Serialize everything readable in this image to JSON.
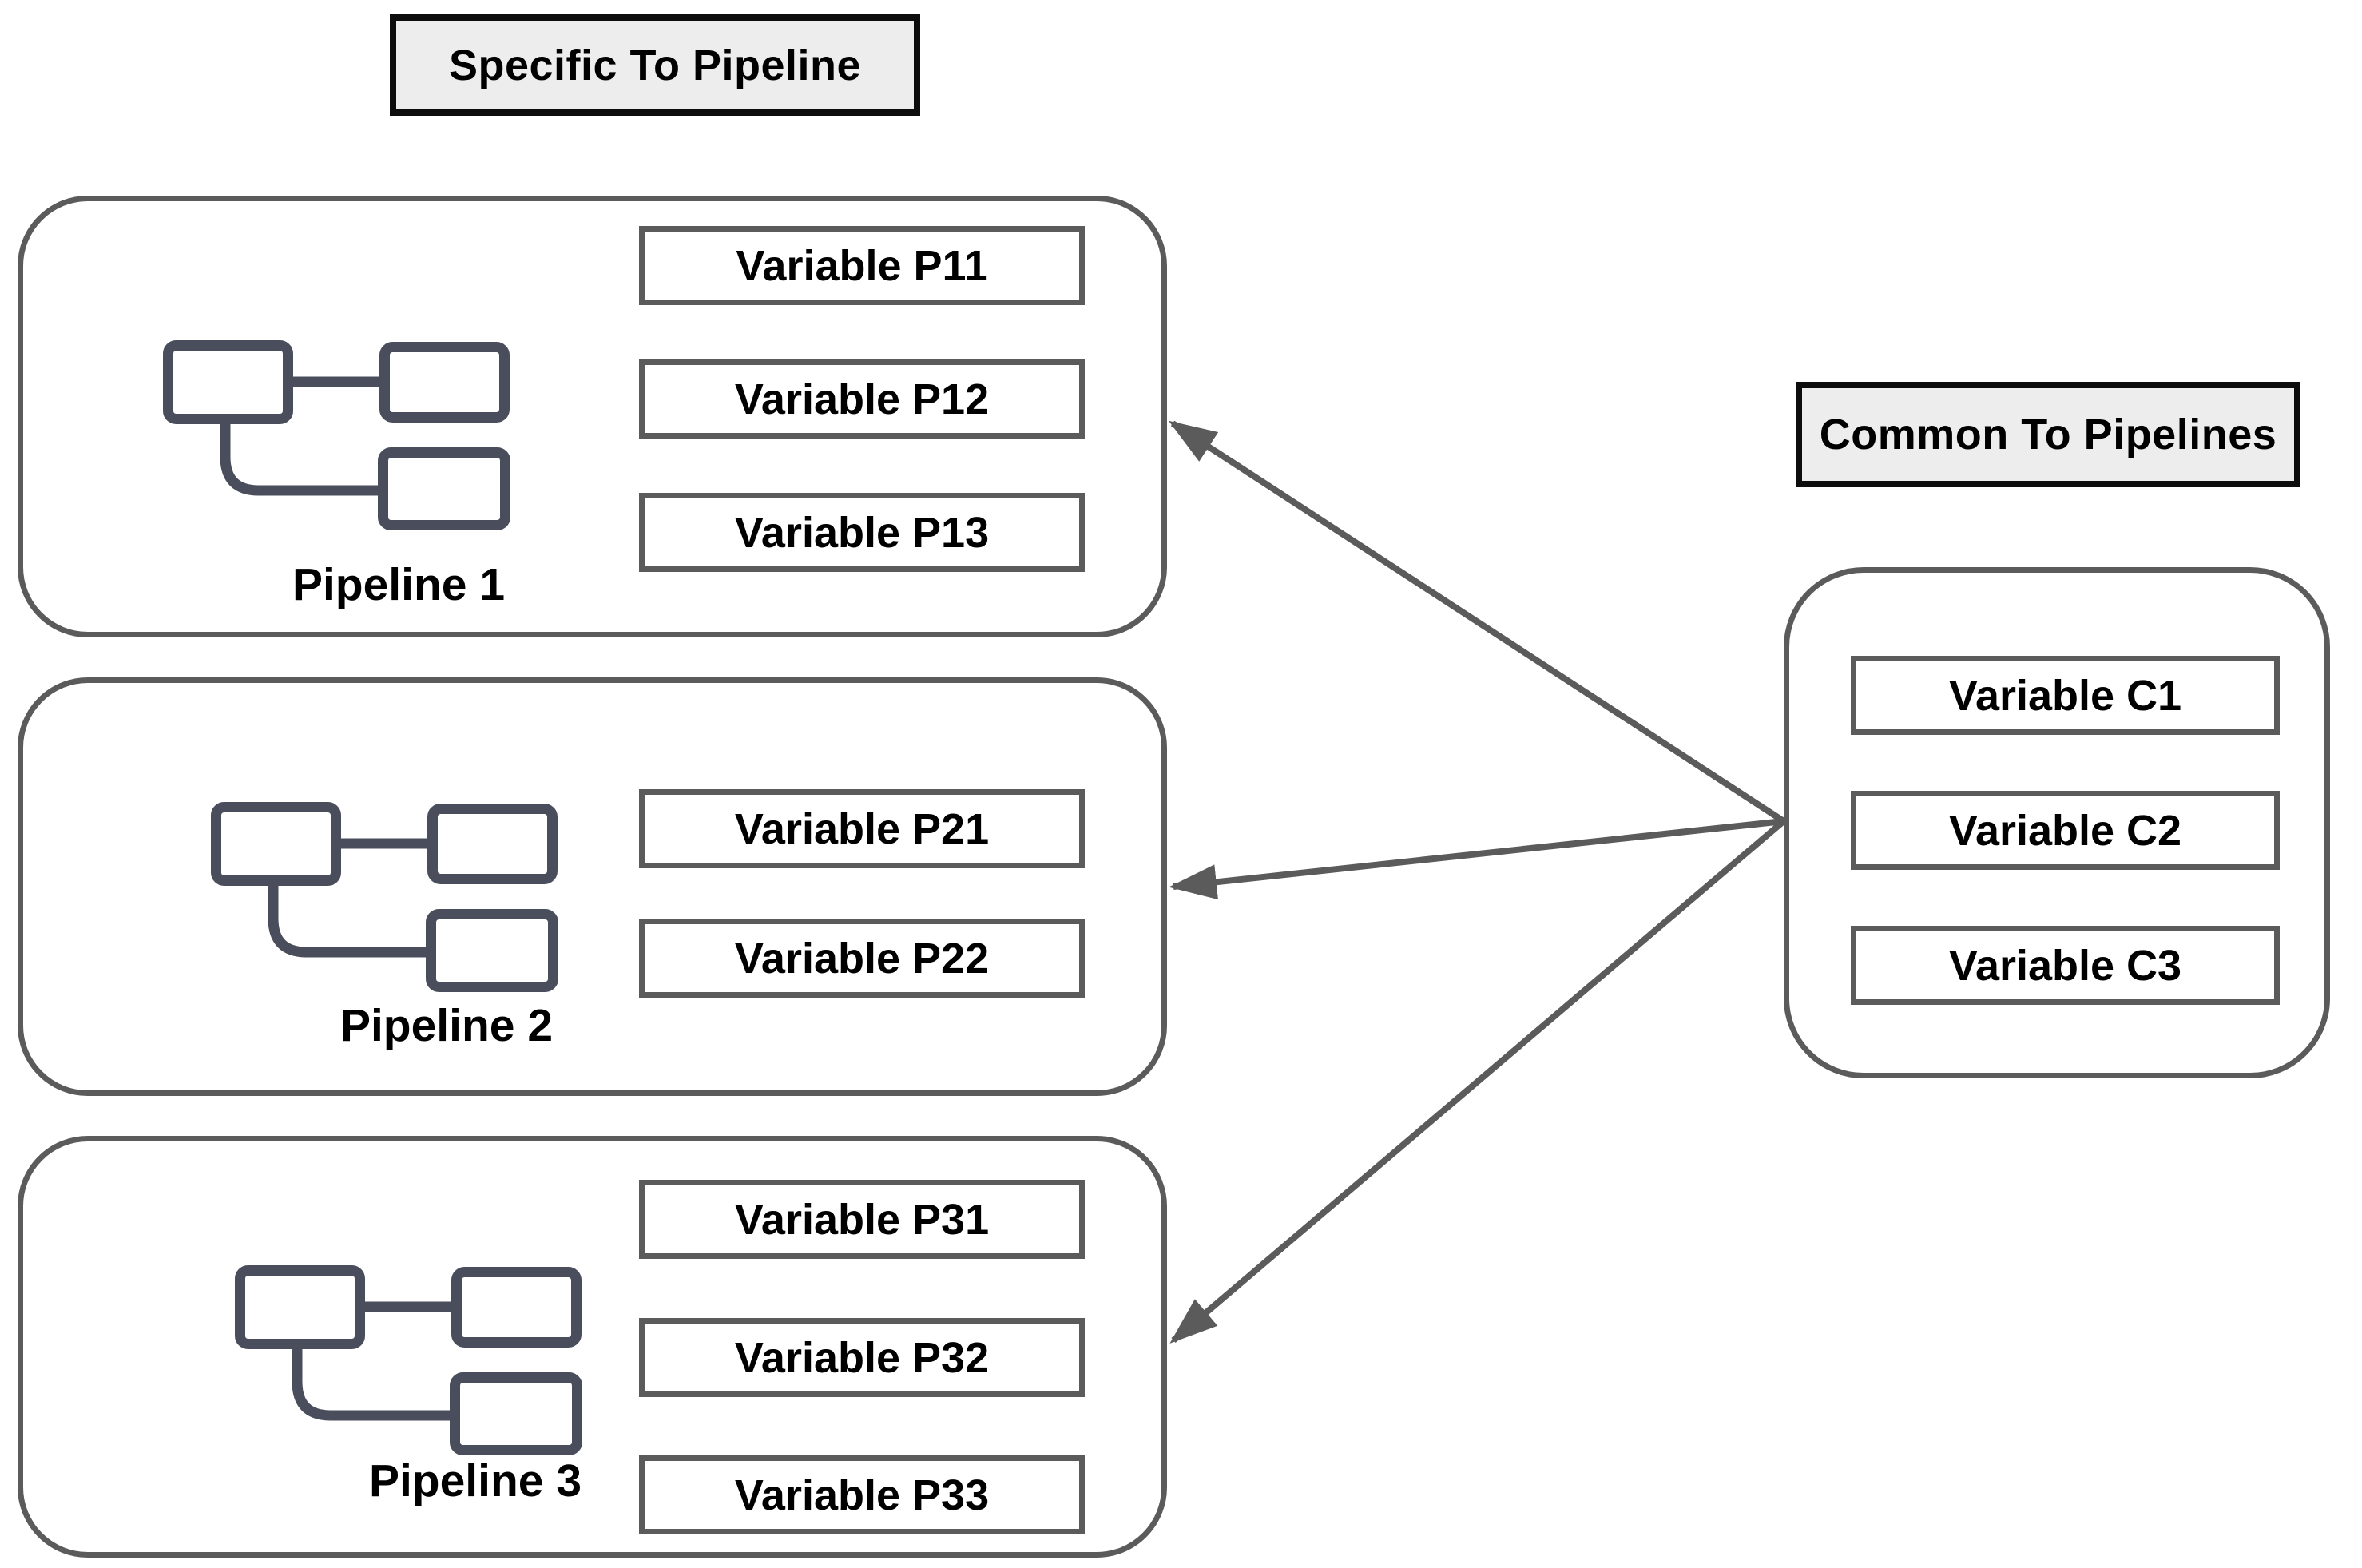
{
  "headers": {
    "specific": "Specific To Pipeline",
    "common": "Common To Pipelines"
  },
  "pipelines": [
    {
      "label": "Pipeline 1",
      "variables": [
        "Variable P11",
        "Variable P12",
        "Variable P13"
      ]
    },
    {
      "label": "Pipeline 2",
      "variables": [
        "Variable P21",
        "Variable P22"
      ]
    },
    {
      "label": "Pipeline 3",
      "variables": [
        "Variable P31",
        "Variable P32",
        "Variable P33"
      ]
    }
  ],
  "common": {
    "variables": [
      "Variable C1",
      "Variable C2",
      "Variable C3"
    ]
  },
  "icons": {
    "pipeline_icon": "workflow-nodes-icon"
  },
  "colors": {
    "outline_gray": "#5b5b5b",
    "icon_slate": "#4a4e5c",
    "title_fill": "#ededed",
    "title_border": "#0d0d0d",
    "text": "#000000",
    "background": "#ffffff"
  }
}
